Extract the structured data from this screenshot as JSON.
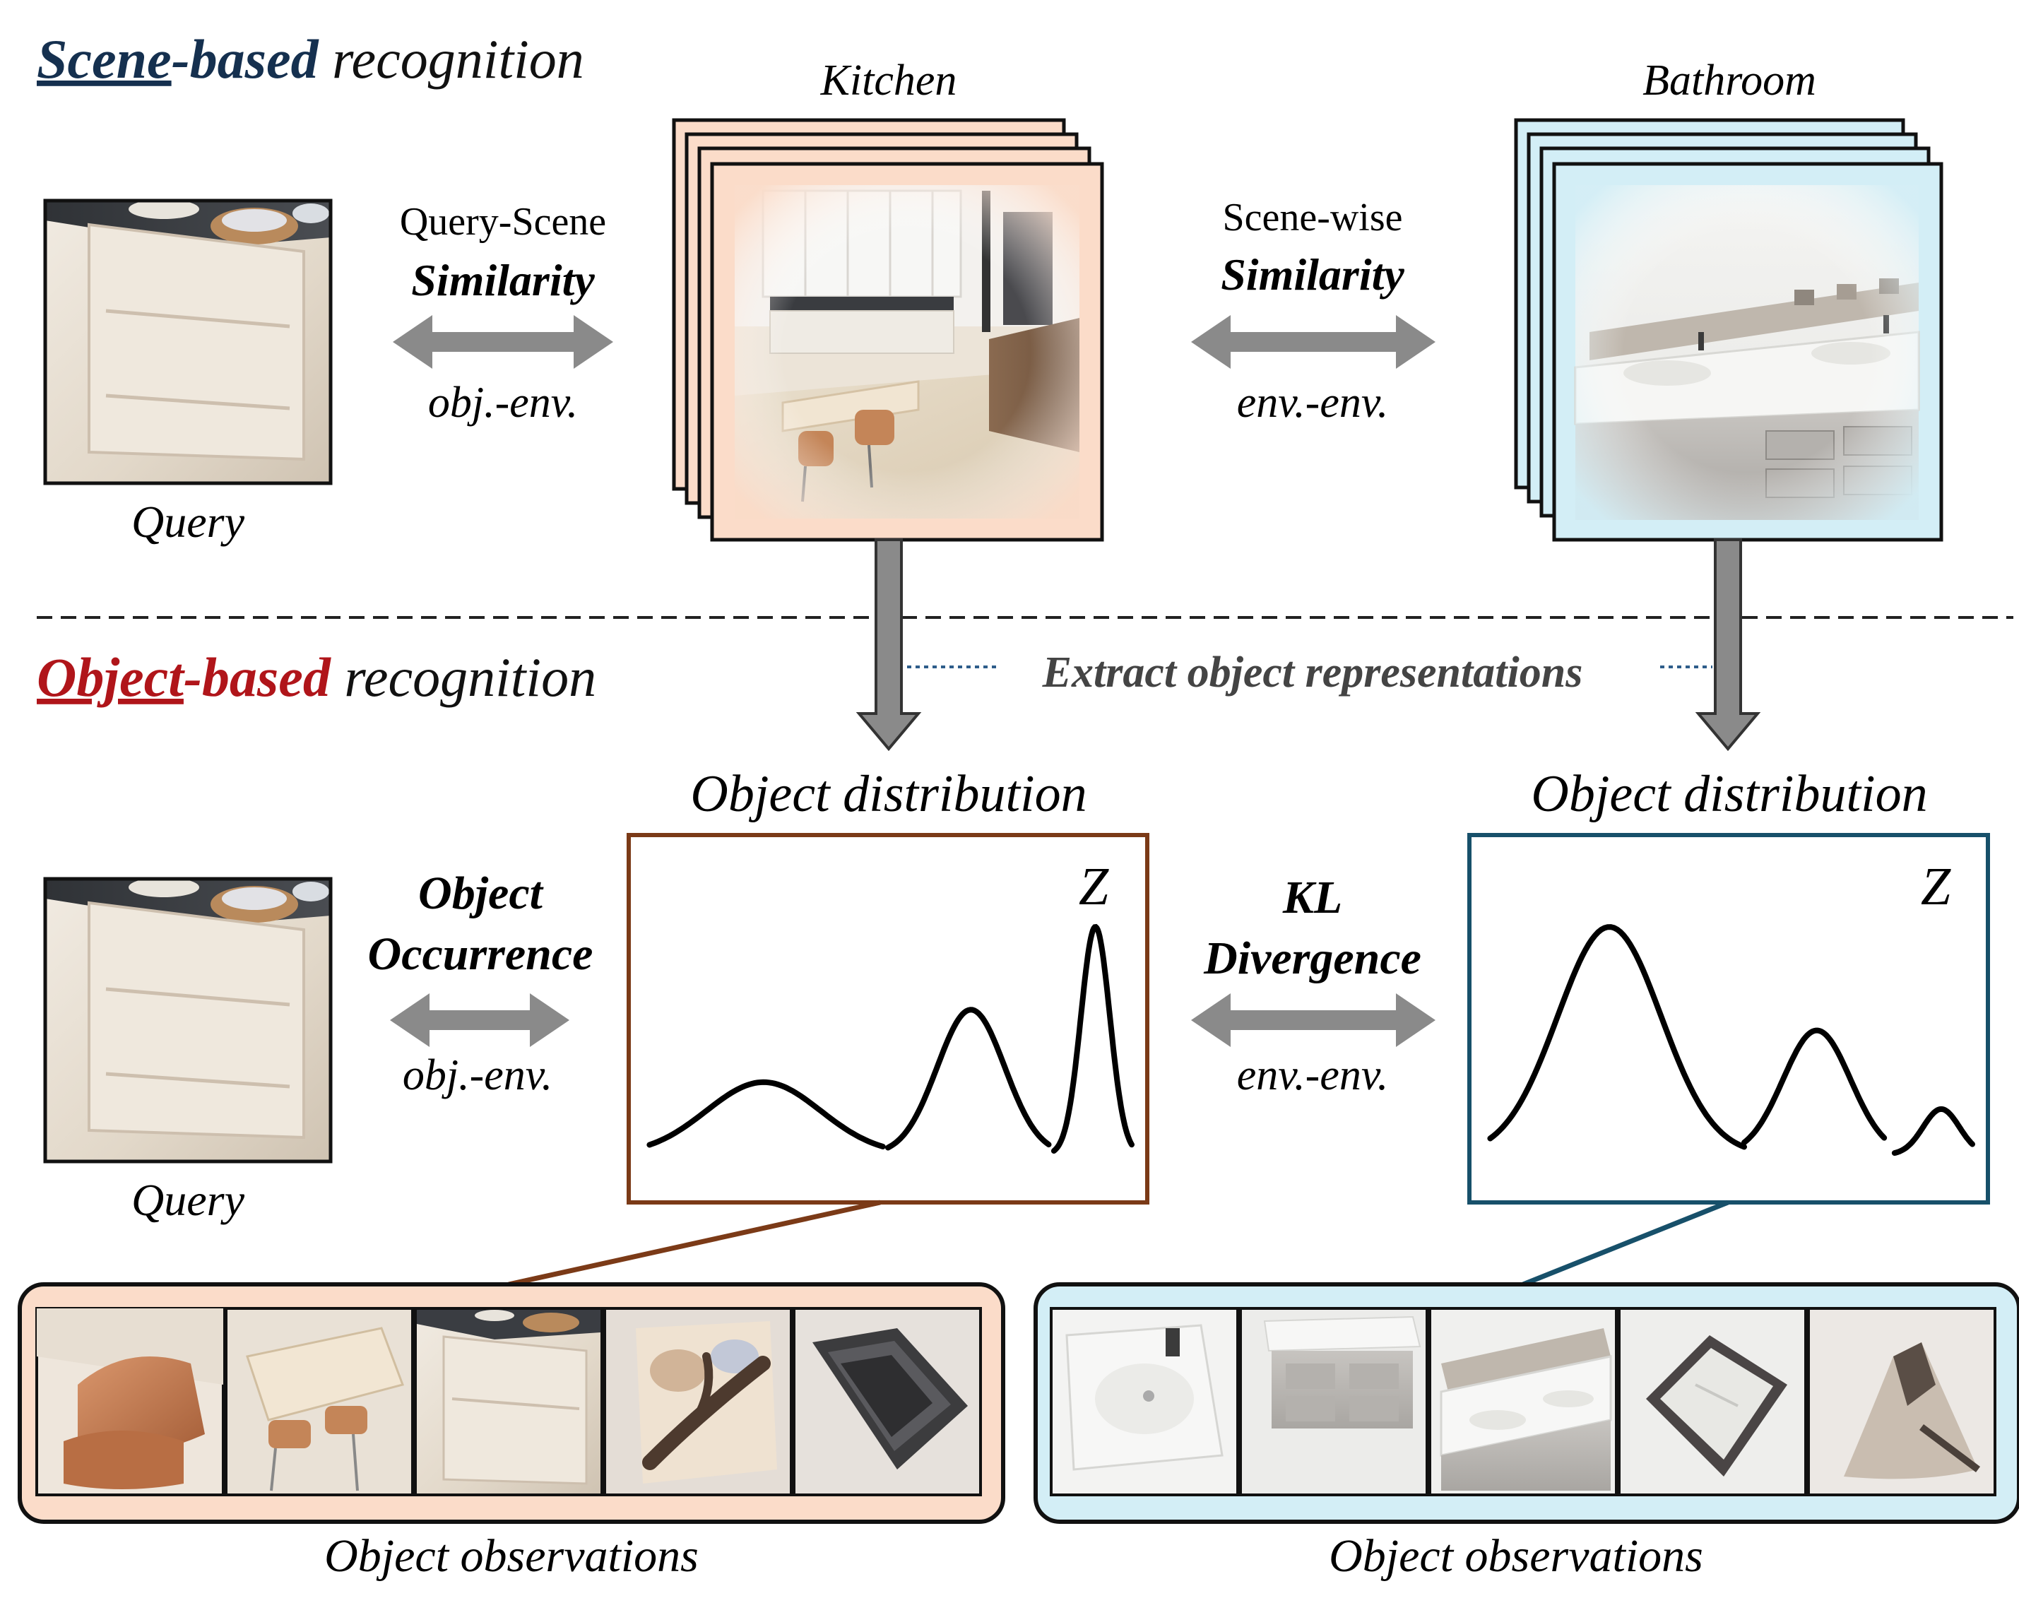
{
  "scene_section": {
    "title_part1": "Scene",
    "title_part2": "-based",
    "title_rest": " recognition",
    "color": "#15304f"
  },
  "object_section": {
    "title_part1": "Object",
    "title_part2": "-based",
    "title_rest": " recognition",
    "color": "#b0151a"
  },
  "kitchen": {
    "label": "Kitchen",
    "tint": "#fbdcc9",
    "border": "#111111"
  },
  "bathroom": {
    "label": "Bathroom",
    "tint": "#d3eef6",
    "border": "#111111"
  },
  "query_label": "Query",
  "query_scene": {
    "line1": "Query-Scene",
    "line2": "Similarity",
    "line3": "obj.-env."
  },
  "scene_wise": {
    "line1": "Scene-wise",
    "line2": "Similarity",
    "line3": "env.-env."
  },
  "extract_label": "Extract object representations",
  "object_occurrence": {
    "line1": "Object",
    "line2": "Occurrence",
    "line3": "obj.-env."
  },
  "kl_divergence": {
    "line1": "KL",
    "line2": "Divergence",
    "line3": "env.-env."
  },
  "dist_left": {
    "title": "Object distribution",
    "z": "Z",
    "border": "#7b3a17",
    "peaks": [
      {
        "amplitude": 0.35
      },
      {
        "amplitude": 0.7
      },
      {
        "amplitude": 1.1
      }
    ]
  },
  "dist_right": {
    "title": "Object distribution",
    "z": "Z",
    "border": "#17506a",
    "peaks": [
      {
        "amplitude": 1.1
      },
      {
        "amplitude": 0.6
      },
      {
        "amplitude": 0.22
      }
    ]
  },
  "observations_left": {
    "label": "Object observations",
    "tint": "#fbdcc9",
    "thumbnails": [
      "chair-photo",
      "table-photo",
      "cabinet-photo",
      "artwork-photo",
      "sink-basin-photo"
    ]
  },
  "observations_right": {
    "label": "Object observations",
    "tint": "#d3eef6",
    "thumbnails": [
      "sink-photo",
      "vanity-photo",
      "countertop-photo",
      "mirror-photo",
      "towel-photo"
    ]
  },
  "arrow_color": "#8a8a8a"
}
